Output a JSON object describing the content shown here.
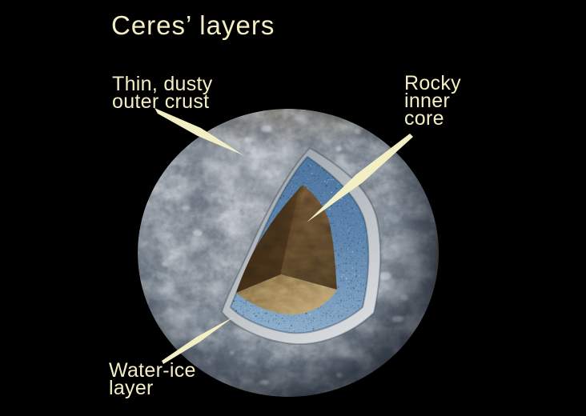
{
  "title": "Ceres’ layers",
  "labels": {
    "crust": {
      "text": "Thin, dusty\nouter crust"
    },
    "core": {
      "text": "Rocky\ninner\ncore"
    },
    "ice": {
      "text": "Water-ice\nlayer"
    }
  },
  "layers": [
    {
      "id": "crust",
      "name": "Thin, dusty outer crust",
      "color": "#9aa4b0"
    },
    {
      "id": "ice",
      "name": "Water-ice layer",
      "color": "#5d82a8"
    },
    {
      "id": "core",
      "name": "Rocky inner core",
      "color": "#6e5433"
    }
  ],
  "colors": {
    "background": "#000000",
    "text": "#f3efc5",
    "leader_line": "#f3efc5",
    "crust_rim": "#c9ced3",
    "core_dark_face": "#46321b",
    "core_light_face": "#b29a6b"
  }
}
